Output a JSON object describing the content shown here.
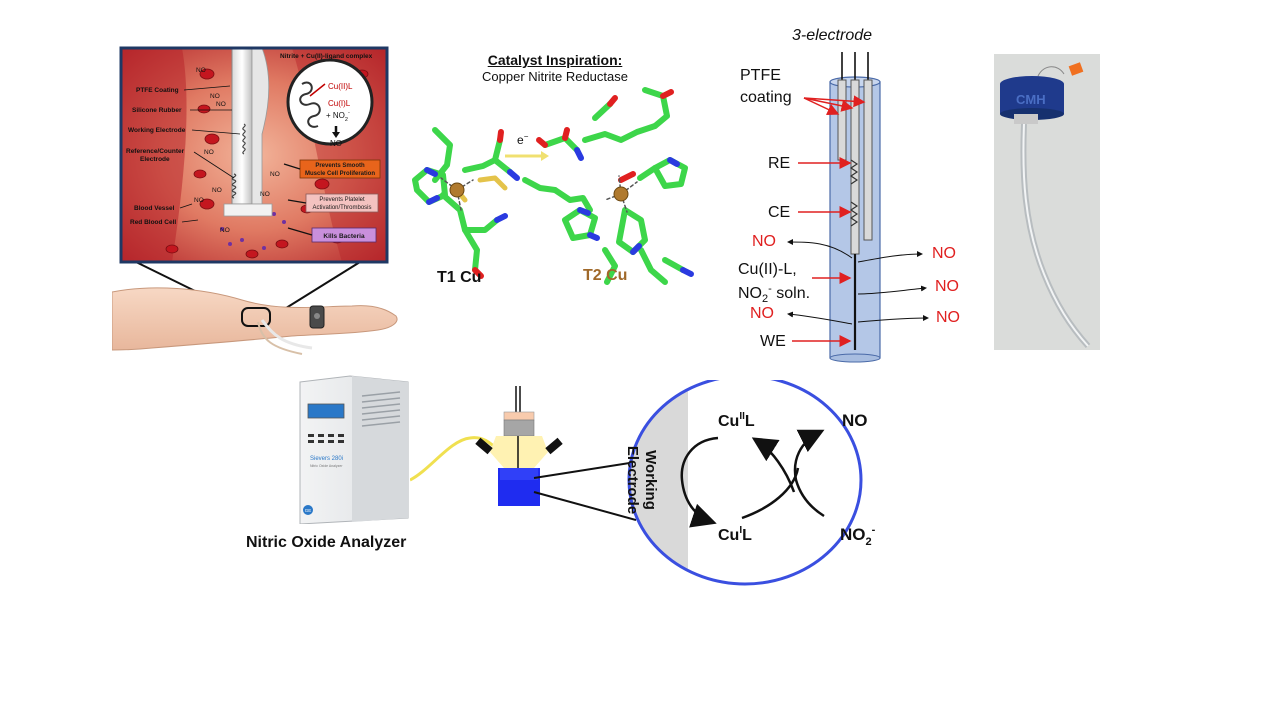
{
  "inset": {
    "top_label": "Nitrite + Cu(II)-ligand complex",
    "left_labels": [
      "PTFE Coating",
      "Silicone Rubber",
      "Working Electrode",
      "Reference/Counter",
      "Electrode",
      "Blood Vessel",
      "Red Blood Cell"
    ],
    "no_label": "NO",
    "circle_lines": [
      "Cu(II)L",
      "Cu(I)L",
      "+ NO",
      "NO"
    ],
    "circle_sub": "2",
    "circle_sup": "-",
    "effect_boxes": [
      {
        "lines": [
          "Prevents Smooth",
          "Muscle Cell Proliferation"
        ],
        "color": "#e8641b",
        "text_color": "#1a1a1a"
      },
      {
        "lines": [
          "Prevents Platelet",
          "Activation/Thrombosis"
        ],
        "color": "#f4c2c0",
        "text_color": "#1a1a1a"
      },
      {
        "lines": [
          "Kills Bacteria"
        ],
        "color": "#c98fdc",
        "text_color": "#1a1a1a"
      }
    ],
    "border_color": "#1f3864"
  },
  "catalyst": {
    "title": "Catalyst Inspiration:",
    "subtitle": "Copper Nitrite Reductase",
    "electron": "e",
    "electron_sup": "−",
    "t1": "T1 Cu",
    "t2": "T2 Cu",
    "t2_color": "#a0692a",
    "stick_color": "#3dd64a"
  },
  "electrode": {
    "title": "3-electrode",
    "ptfe_1": "PTFE",
    "ptfe_2": "coating",
    "re": "RE",
    "ce": "CE",
    "soln_1": "Cu(II)-L,",
    "soln_2_a": "NO",
    "soln_2_sub": "2",
    "soln_2_sup": "-",
    "soln_2_b": " soln.",
    "we": "WE",
    "no": "NO",
    "tube_color": "#b4c7e7",
    "red": "#e02020"
  },
  "photo": {
    "label": "CMH",
    "cap_color": "#1f3a8c",
    "tag_color": "#f07020"
  },
  "analyzer": {
    "caption": "Nitric Oxide Analyzer",
    "brand": "Sievers 280i",
    "sub": "Nitric Oxide Analyzer",
    "logo": "GE"
  },
  "cycle": {
    "electrode_label_1": "Working",
    "electrode_label_2": "Electrode",
    "cu2": "Cu",
    "cu2_sup": "II",
    "cu2_l": "L",
    "cu1": "Cu",
    "cu1_sup": "I",
    "cu1_l": "L",
    "no": "NO",
    "no2": "NO",
    "no2_sub": "2",
    "no2_sup": "-",
    "ellipse_color": "#3a4fe0"
  }
}
